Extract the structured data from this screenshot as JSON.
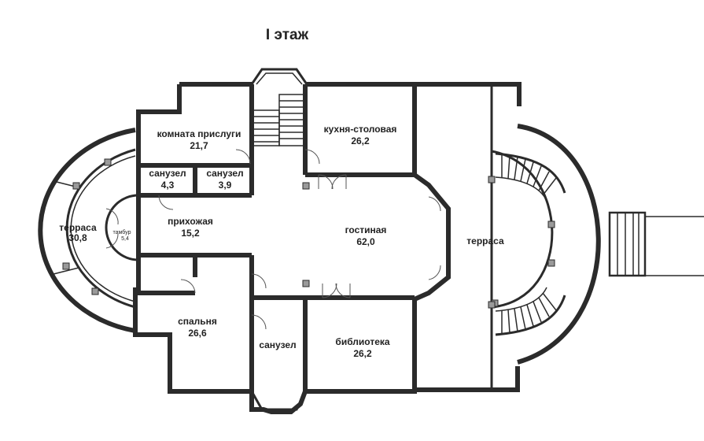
{
  "title": "I этаж",
  "rooms": {
    "servant_room": {
      "name": "комната прислуги",
      "area": "21,7"
    },
    "kitchen_dining": {
      "name": "кухня-столовая",
      "area": "26,2"
    },
    "bathroom_1": {
      "name": "санузел",
      "area": "4,3"
    },
    "bathroom_2": {
      "name": "санузел",
      "area": "3,9"
    },
    "hallway": {
      "name": "прихожая",
      "area": "15,2"
    },
    "living_room": {
      "name": "гостиная",
      "area": "62,0"
    },
    "terrace_left": {
      "name": "терраса",
      "area": "30,8"
    },
    "vestibule": {
      "name": "тамбур",
      "area": "5,4"
    },
    "terrace_right": {
      "name": "терраса"
    },
    "bedroom": {
      "name": "спальня",
      "area": "26,6"
    },
    "bathroom_3": {
      "name": "санузел"
    },
    "library": {
      "name": "библиотека",
      "area": "26,2"
    }
  }
}
